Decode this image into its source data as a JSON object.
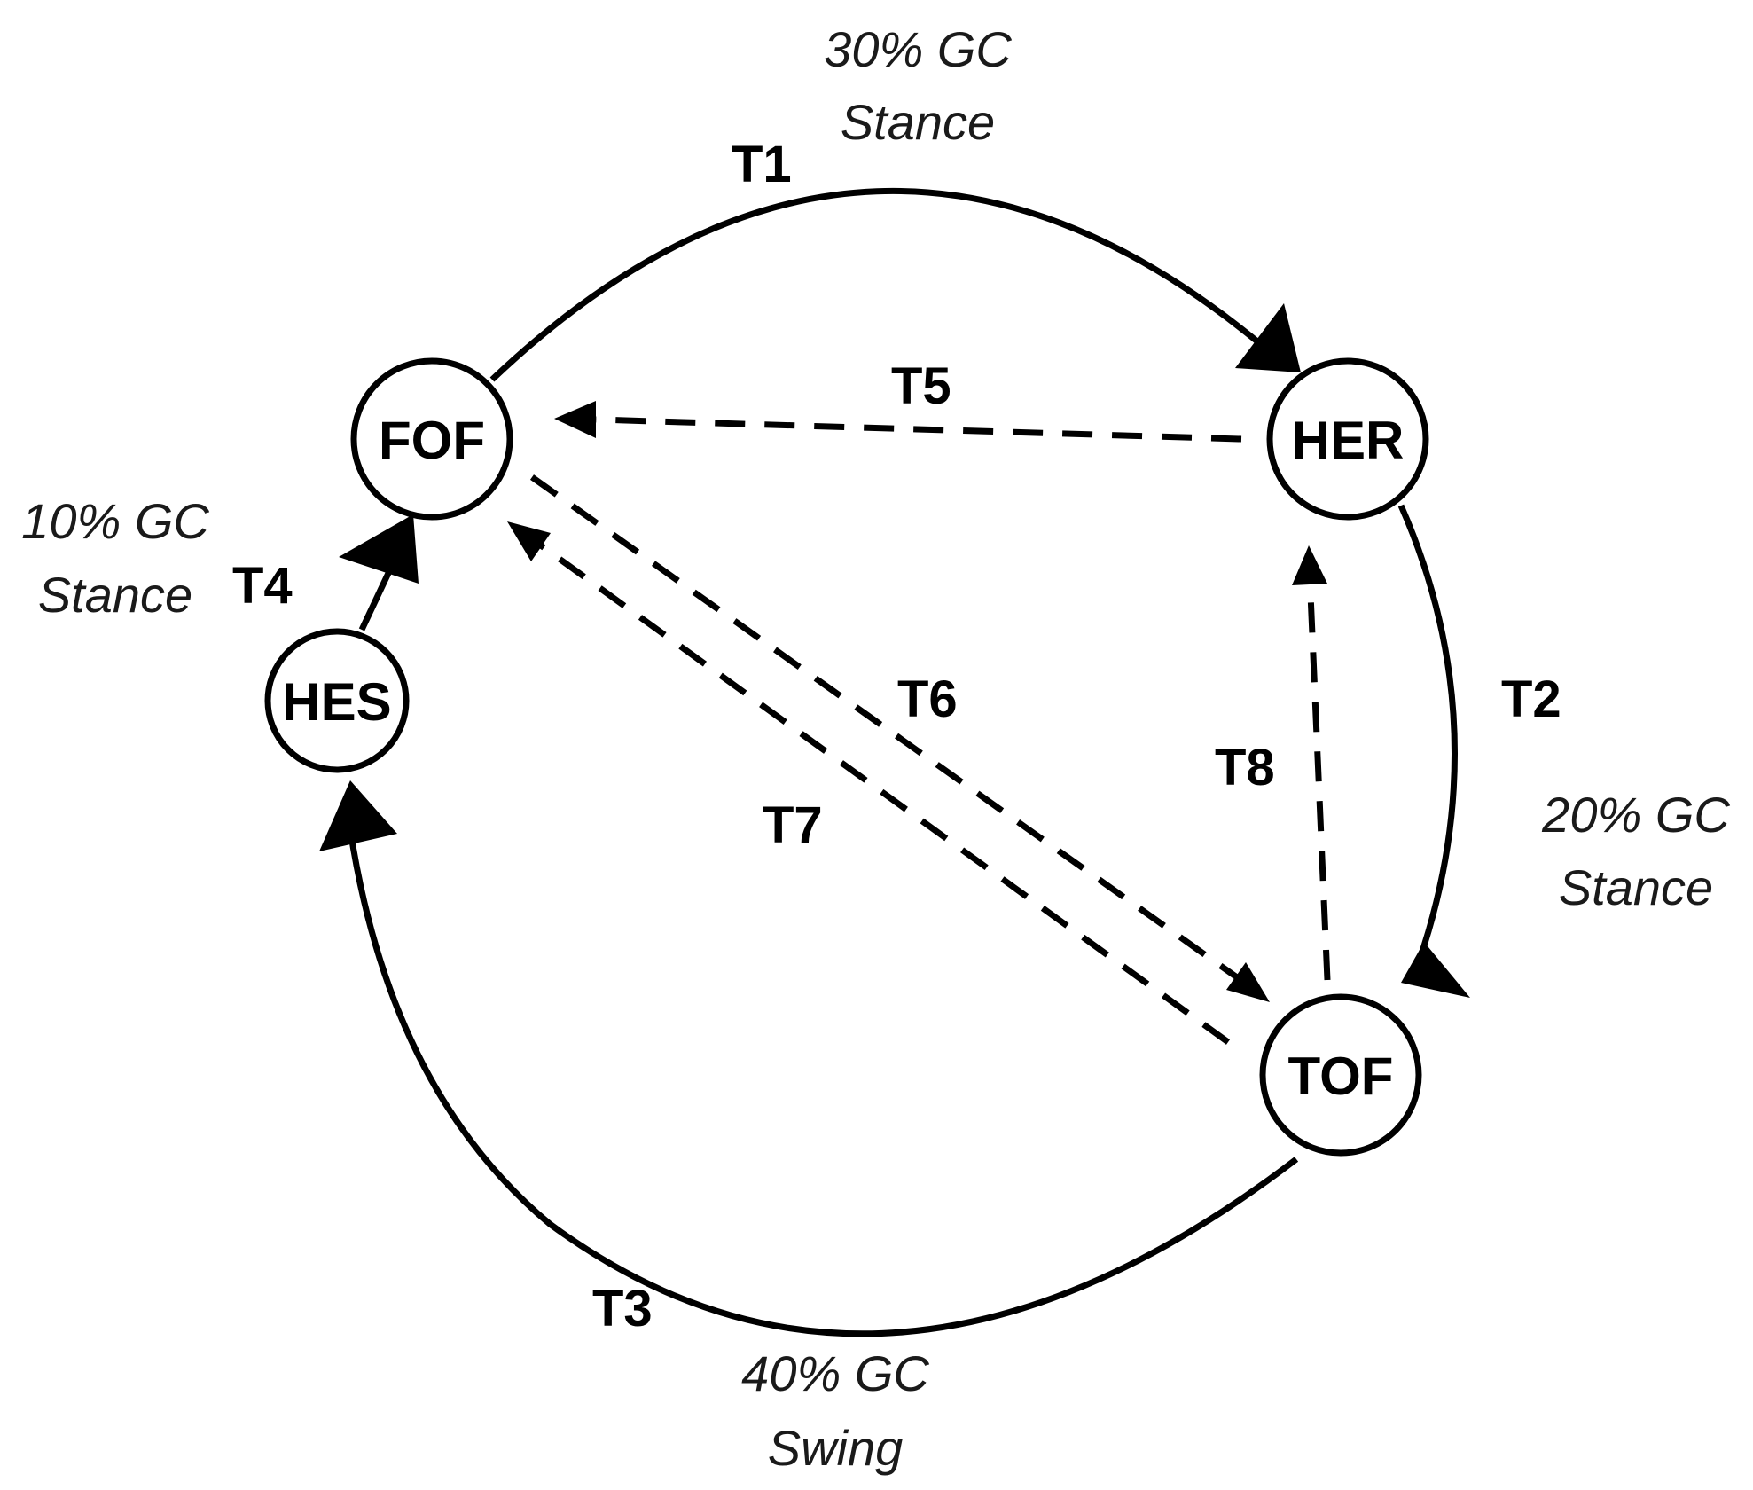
{
  "nodes": {
    "fof": "FOF",
    "her": "HER",
    "tof": "TOF",
    "hes": "HES"
  },
  "transitions": {
    "t1": "T1",
    "t2": "T2",
    "t3": "T3",
    "t4": "T4",
    "t5": "T5",
    "t6": "T6",
    "t7": "T7",
    "t8": "T8"
  },
  "phases": {
    "t1": {
      "percent": "30% GC",
      "phase": "Stance"
    },
    "t2": {
      "percent": "20% GC",
      "phase": "Stance"
    },
    "t3": {
      "percent": "40% GC",
      "phase": "Swing"
    },
    "t4": {
      "percent": "10% GC",
      "phase": "Stance"
    }
  }
}
